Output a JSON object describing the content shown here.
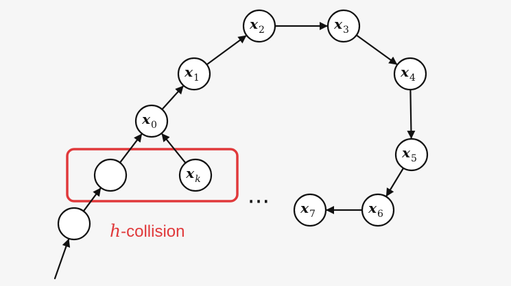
{
  "nodes": [
    {
      "id": "n_tail1",
      "var": "",
      "sub": ""
    },
    {
      "id": "n_tail2",
      "var": "",
      "sub": ""
    },
    {
      "id": "n_x0",
      "var": "x",
      "sub": "0"
    },
    {
      "id": "n_x1",
      "var": "x",
      "sub": "1"
    },
    {
      "id": "n_x2",
      "var": "x",
      "sub": "2"
    },
    {
      "id": "n_x3",
      "var": "x",
      "sub": "3"
    },
    {
      "id": "n_x4",
      "var": "x",
      "sub": "4"
    },
    {
      "id": "n_x5",
      "var": "x",
      "sub": "5"
    },
    {
      "id": "n_x6",
      "var": "x",
      "sub": "6"
    },
    {
      "id": "n_x7",
      "var": "x",
      "sub": "7"
    },
    {
      "id": "n_xk",
      "var": "x",
      "sub": "k"
    }
  ],
  "edges": [
    {
      "from": "start",
      "to": "n_tail1"
    },
    {
      "from": "n_tail1",
      "to": "n_tail2"
    },
    {
      "from": "n_tail2",
      "to": "n_x0"
    },
    {
      "from": "n_xk",
      "to": "n_x0"
    },
    {
      "from": "n_x0",
      "to": "n_x1"
    },
    {
      "from": "n_x1",
      "to": "n_x2"
    },
    {
      "from": "n_x2",
      "to": "n_x3"
    },
    {
      "from": "n_x3",
      "to": "n_x4"
    },
    {
      "from": "n_x4",
      "to": "n_x5"
    },
    {
      "from": "n_x5",
      "to": "n_x6"
    },
    {
      "from": "n_x6",
      "to": "n_x7"
    }
  ],
  "ellipsis": "···",
  "collision": {
    "label_var": "h",
    "label_rest": "-collision",
    "color": "#e0393b"
  }
}
